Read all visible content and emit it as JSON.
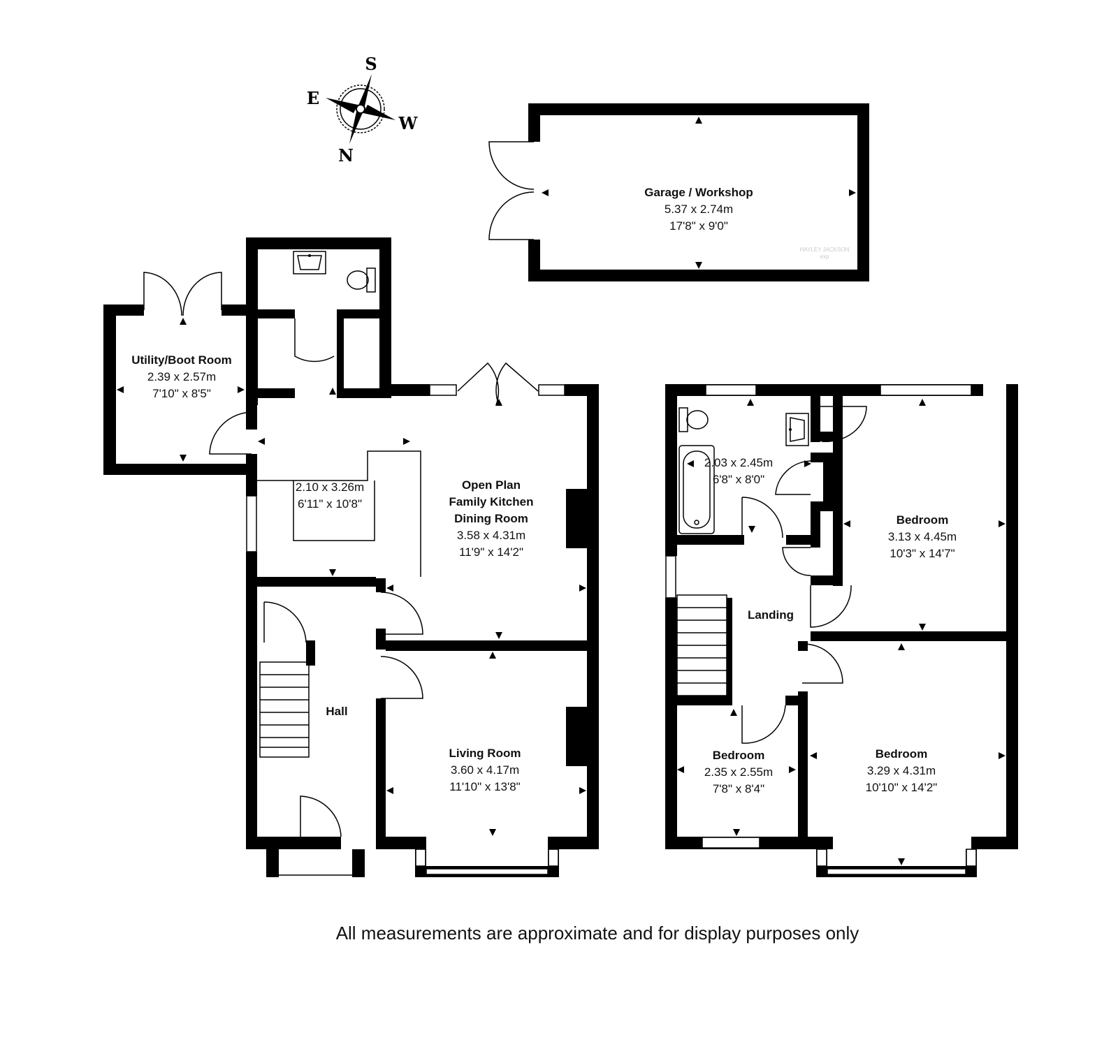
{
  "compass": {
    "north": "N",
    "south": "S",
    "east": "E",
    "west": "W"
  },
  "watermark": {
    "line1": "HAYLEY JACKSON",
    "line2": "exp"
  },
  "rooms": {
    "garage": {
      "name": "Garage / Workshop",
      "metric": "5.37 x 2.74m",
      "imperial": "17'8\" x 9'0\""
    },
    "utility": {
      "name": "Utility/Boot Room",
      "metric": "2.39 x 2.57m",
      "imperial": "7'10\" x 8'5\""
    },
    "kitchen_area": {
      "metric": "2.10 x 3.26m",
      "imperial": "6'11\" x 10'8\""
    },
    "open_plan": {
      "name_line1": "Open Plan",
      "name_line2": "Family Kitchen",
      "name_line3": "Dining Room",
      "metric": "3.58 x 4.31m",
      "imperial": "11'9\" x 14'2\""
    },
    "hall": {
      "name": "Hall"
    },
    "living": {
      "name": "Living Room",
      "metric": "3.60 x 4.17m",
      "imperial": "11'10\" x 13'8\""
    },
    "bathroom": {
      "metric": "2.03 x 2.45m",
      "imperial": "6'8\" x 8'0\""
    },
    "landing": {
      "name": "Landing"
    },
    "bedroom1": {
      "name": "Bedroom",
      "metric": "3.13 x 4.45m",
      "imperial": "10'3\" x 14'7\""
    },
    "bedroom2": {
      "name": "Bedroom",
      "metric": "2.35 x 2.55m",
      "imperial": "7'8\" x 8'4\""
    },
    "bedroom3": {
      "name": "Bedroom",
      "metric": "3.29 x 4.31m",
      "imperial": "10'10\" x 14'2\""
    }
  },
  "disclaimer": "All measurements are approximate and for display purposes only"
}
